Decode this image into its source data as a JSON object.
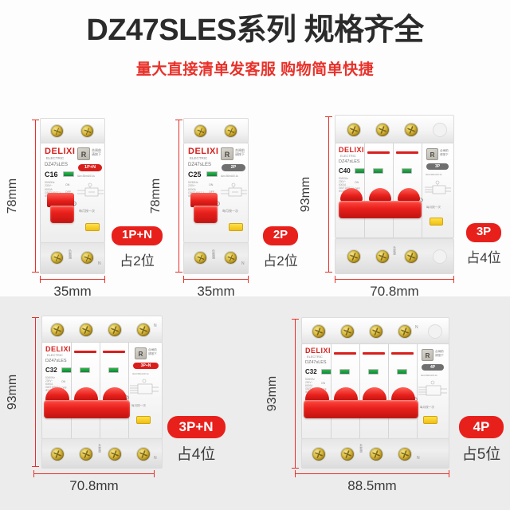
{
  "header": {
    "title": "DZ47SLES系列 规格齐全",
    "subtitle": "量大直接清单发客服 购物简单快捷",
    "title_color": "#2b2b2b",
    "subtitle_color": "#e8312a"
  },
  "common": {
    "brand": "DELIXI",
    "brand_sub": "ELECTRIC",
    "model": "DZ47sLES",
    "reset_letter": "R",
    "reset_note_line1": "合闸前",
    "reset_note_line2": "请按下",
    "ccc_mark": "CCC",
    "test_note": "每月按一次",
    "on_label": "ON",
    "off_label": "OFF",
    "neutral_label": "N",
    "load_side_label": "负载端",
    "spec_lines": [
      "50/60Hz",
      "230V~",
      "6000A",
      "GB/T16917.1",
      "IEC61009-1"
    ],
    "leakage_spec": "IΔn=30mA/0.1s",
    "accent_red": "#e8201c",
    "dim_red": "#e8312a"
  },
  "products": [
    {
      "id": "p1",
      "poles": "1P+N",
      "badge": "1P+N",
      "slots": "占2位",
      "height": "78mm",
      "width": "35mm",
      "rating": "C16",
      "pole_count": 1,
      "tag_style": "red"
    },
    {
      "id": "p2",
      "poles": "2P",
      "badge": "2P",
      "slots": "占2位",
      "height": "78mm",
      "width": "35mm",
      "rating": "C25",
      "pole_count": 1,
      "tag_style": "grey"
    },
    {
      "id": "p3",
      "poles": "3P",
      "badge": "3P",
      "slots": "占4位",
      "height": "93mm",
      "width": "70.8mm",
      "rating": "C40",
      "pole_count": 3,
      "tag_style": "grey"
    },
    {
      "id": "p4",
      "poles": "3P+N",
      "badge": "3P+N",
      "slots": "占4位",
      "height": "93mm",
      "width": "70.8mm",
      "rating": "C32",
      "pole_count": 3,
      "tag_style": "red"
    },
    {
      "id": "p5",
      "poles": "4P",
      "badge": "4P",
      "slots": "占5位",
      "height": "93mm",
      "width": "88.5mm",
      "rating": "C32",
      "pole_count": 4,
      "tag_style": "grey"
    }
  ]
}
